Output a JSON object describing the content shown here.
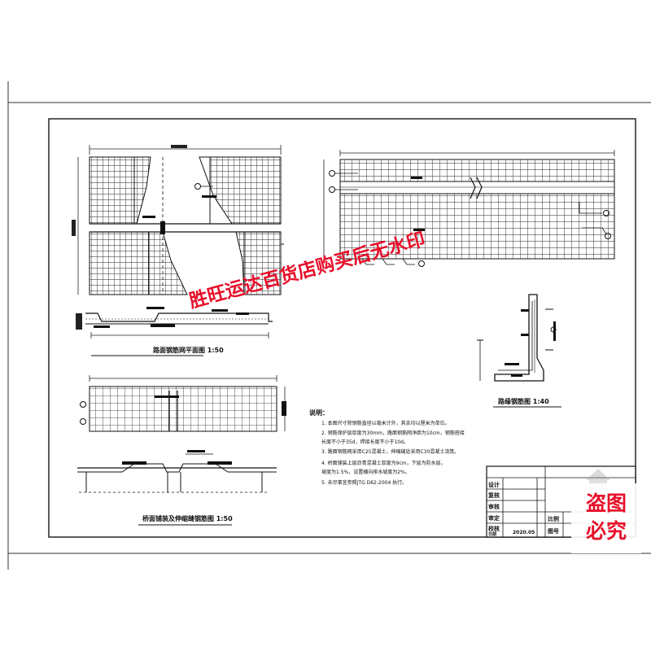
{
  "watermark": {
    "main": "胜旺运达百货店购买后无水印",
    "corner_line1": "盗图",
    "corner_line2": "必究"
  },
  "drawing": {
    "plan_top_left_title": "路面钢筋网平面图 1:50",
    "section_right_title": "路缘钢筋图 1:40",
    "plan_bottom_title": "桥面铺装及伸缩缝钢筋图 1:50",
    "notes_heading": "说明：",
    "notes": [
      "1. 本图尺寸除钢筋直径以毫米计外，其余均以厘米为单位。",
      "2. 钢筋保护层厚度为30mm，路面钢筋网净距为10cm，钢筋搭接",
      "   长度不小于35d，焊接长度不小于10d。",
      "3. 路面钢筋网采用C25混凝土，伸缩缝处采用C30混凝土浇筑。",
      "4. 桥面铺装上层沥青混凝土厚度为9cm，下层为防水层，",
      "   坡度为1.5%，设置横向排水坡度为2%。",
      "5. 未尽事宜参照JTG D62-2004 执行。"
    ],
    "title_block_labels": [
      "设计",
      "复核",
      "审核",
      "审定",
      "校核",
      "日期"
    ],
    "title_block_date": "2020.05",
    "title_block_scale_label": "比例",
    "title_block_sheet_label": "图号"
  }
}
